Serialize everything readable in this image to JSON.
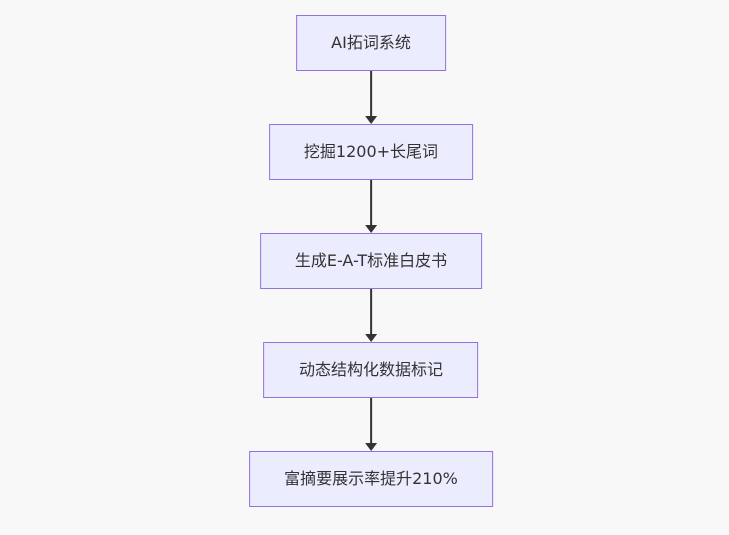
{
  "colors": {
    "background": "#f8f8f8",
    "node_fill": "#ECECFF",
    "node_border": "#9370DB",
    "arrow": "#333333",
    "text": "#333333"
  },
  "flowchart": {
    "type": "flowchart",
    "direction": "top-down",
    "nodes": [
      {
        "id": "n1",
        "label": "AI拓词系统"
      },
      {
        "id": "n2",
        "label": "挖掘1200+长尾词"
      },
      {
        "id": "n3",
        "label": "生成E-A-T标准白皮书"
      },
      {
        "id": "n4",
        "label": "动态结构化数据标记"
      },
      {
        "id": "n5",
        "label": "富摘要展示率提升210%"
      }
    ],
    "edges": [
      {
        "from": "n1",
        "to": "n2"
      },
      {
        "from": "n2",
        "to": "n3"
      },
      {
        "from": "n3",
        "to": "n4"
      },
      {
        "from": "n4",
        "to": "n5"
      }
    ]
  }
}
